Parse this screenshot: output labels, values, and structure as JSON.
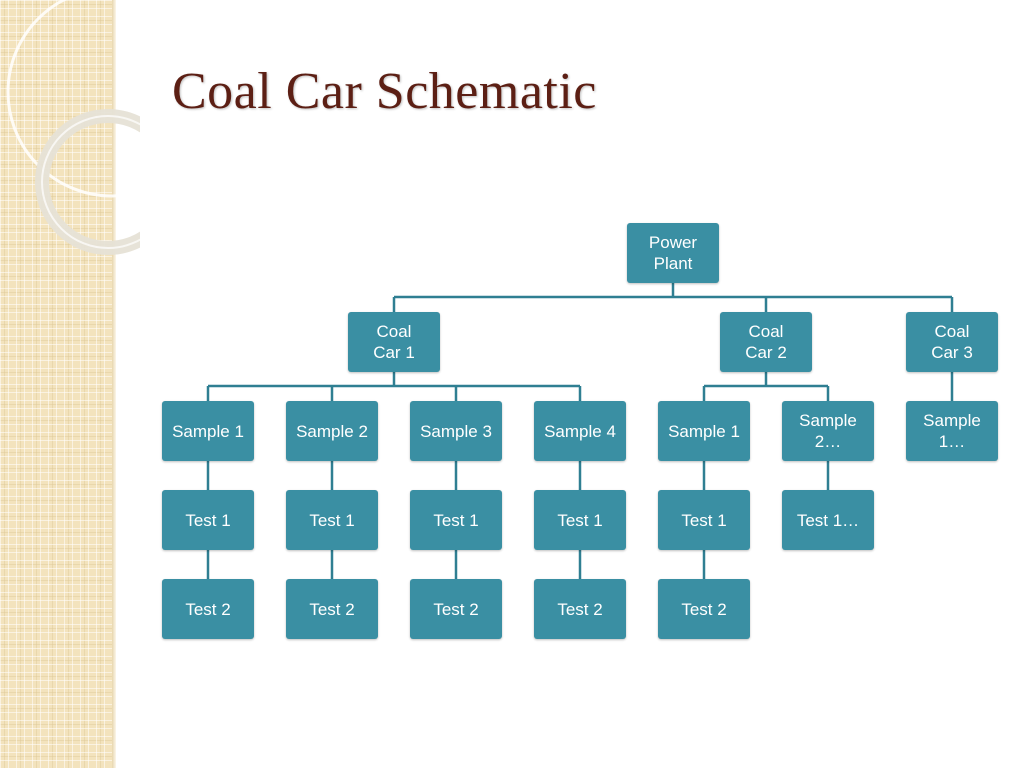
{
  "slide": {
    "title": "Coal Car Schematic"
  },
  "colors": {
    "node_fill": "#3a8fa3",
    "connector": "#2f7f92",
    "title": "#5c1f14",
    "sidebar": "#f3e3bd"
  },
  "org_chart": {
    "root": {
      "label": "Power\nPlant"
    },
    "cars": [
      {
        "label": "Coal\nCar 1",
        "samples": [
          {
            "label": "Sample 1",
            "tests": [
              "Test 1",
              "Test 2"
            ]
          },
          {
            "label": "Sample 2",
            "tests": [
              "Test 1",
              "Test 2"
            ]
          },
          {
            "label": "Sample 3",
            "tests": [
              "Test 1",
              "Test 2"
            ]
          },
          {
            "label": "Sample 4",
            "tests": [
              "Test 1",
              "Test 2"
            ]
          }
        ]
      },
      {
        "label": "Coal\nCar 2",
        "samples": [
          {
            "label": "Sample 1",
            "tests": [
              "Test 1",
              "Test 2"
            ]
          },
          {
            "label": "Sample\n2…",
            "tests": [
              "Test 1…"
            ]
          }
        ]
      },
      {
        "label": "Coal\nCar 3",
        "samples": [
          {
            "label": "Sample\n1…",
            "tests": []
          }
        ]
      }
    ]
  }
}
